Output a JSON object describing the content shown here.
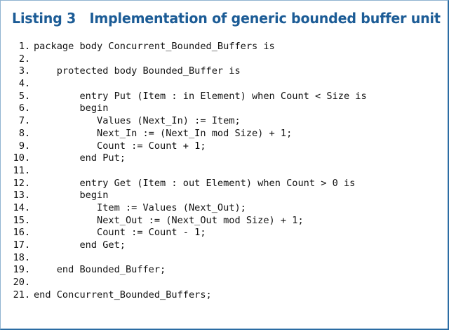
{
  "figure": {
    "title": "Listing 3   Implementation of generic bounded buffer unit",
    "title_color": "#1c5c96",
    "border_light_color": "#8fb3d0",
    "border_dark_color": "#2b6ca3",
    "background_color": "#ffffff",
    "code_color": "#121212"
  },
  "code": {
    "language": "Ada",
    "line_number_suffix": ".",
    "lines": [
      {
        "n": "1",
        "text": "package body Concurrent_Bounded_Buffers is"
      },
      {
        "n": "2",
        "text": ""
      },
      {
        "n": "3",
        "text": "    protected body Bounded_Buffer is"
      },
      {
        "n": "4",
        "text": ""
      },
      {
        "n": "5",
        "text": "        entry Put (Item : in Element) when Count < Size is"
      },
      {
        "n": "6",
        "text": "        begin"
      },
      {
        "n": "7",
        "text": "           Values (Next_In) := Item;"
      },
      {
        "n": "8",
        "text": "           Next_In := (Next_In mod Size) + 1;"
      },
      {
        "n": "9",
        "text": "           Count := Count + 1;"
      },
      {
        "n": "10",
        "text": "        end Put;"
      },
      {
        "n": "11",
        "text": ""
      },
      {
        "n": "12",
        "text": "        entry Get (Item : out Element) when Count > 0 is"
      },
      {
        "n": "13",
        "text": "        begin"
      },
      {
        "n": "14",
        "text": "           Item := Values (Next_Out);"
      },
      {
        "n": "15",
        "text": "           Next_Out := (Next_Out mod Size) + 1;"
      },
      {
        "n": "16",
        "text": "           Count := Count - 1;"
      },
      {
        "n": "17",
        "text": "        end Get;"
      },
      {
        "n": "18",
        "text": ""
      },
      {
        "n": "19",
        "text": "    end Bounded_Buffer;"
      },
      {
        "n": "20",
        "text": ""
      },
      {
        "n": "21",
        "text": "end Concurrent_Bounded_Buffers;"
      }
    ]
  }
}
